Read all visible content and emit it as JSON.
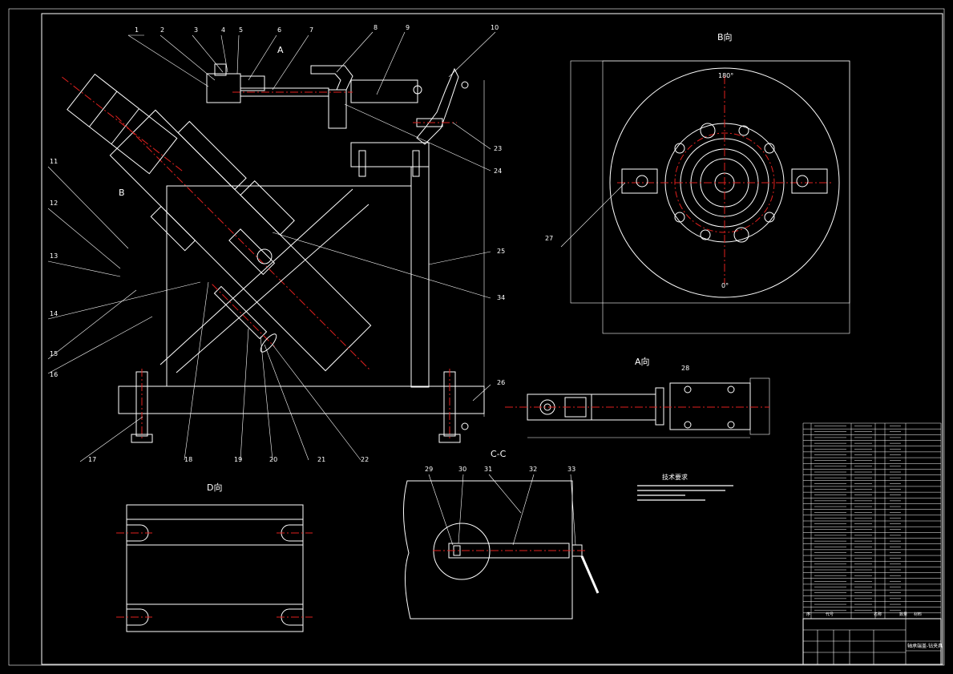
{
  "view_titles": {
    "view_a": "A向",
    "view_b": "B向",
    "view_d": "D向",
    "section_cc": "C-C",
    "marker_a": "A",
    "marker_b": "B"
  },
  "part_numbers": {
    "p1": "1",
    "p2": "2",
    "p3": "3",
    "p4": "4",
    "p5": "5",
    "p6": "6",
    "p7": "7",
    "p8": "8",
    "p9": "9",
    "p10": "10",
    "p11": "11",
    "p12": "12",
    "p13": "13",
    "p14": "14",
    "p15": "15",
    "p16": "16",
    "p17": "17",
    "p18": "18",
    "p19": "19",
    "p20": "20",
    "p21": "21",
    "p22": "22",
    "p23": "23",
    "p24": "24",
    "p25": "25",
    "p26": "26",
    "p27": "27",
    "p28": "28",
    "p29": "29",
    "p30": "30",
    "p31": "31",
    "p32": "32",
    "p33": "33",
    "p34": "34"
  },
  "angles": {
    "top": "180°",
    "bottom": "0°"
  },
  "notes": {
    "heading": "技术要求"
  },
  "title_block": {
    "product_name": "轴承端盖-钻夹具",
    "col_seq": "序",
    "col_code": "代号",
    "col_name": "名称",
    "col_qty": "数量",
    "col_mat": "材料"
  },
  "colors": {
    "background": "#000000",
    "lines": "#ffffff",
    "center_lines": "#e0201e"
  }
}
